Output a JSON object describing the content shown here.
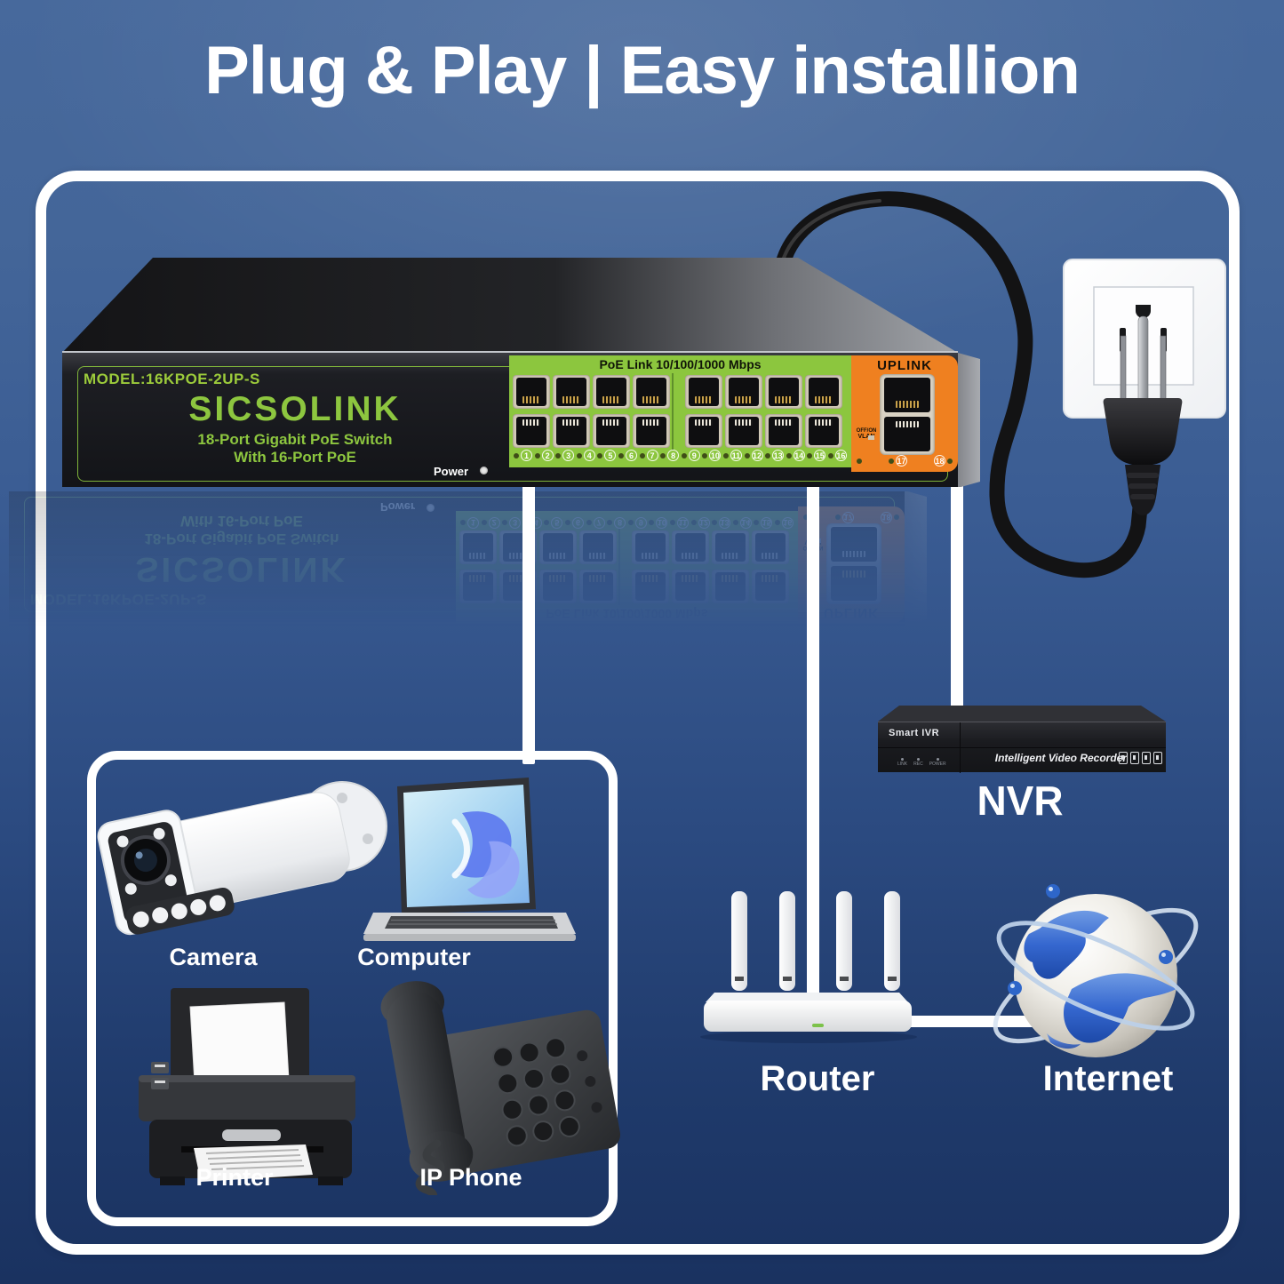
{
  "title": "Plug & Play | Easy installion",
  "colors": {
    "accent_green": "#8dc63f",
    "accent_orange": "#ef8020",
    "connection_line": "#ffffff",
    "background_top": "#47699c",
    "background_bottom": "#1a3260"
  },
  "switch": {
    "model": "MODEL:16KPOE-2UP-S",
    "brand": "SICSOLINK",
    "subtitle_line1": "18-Port Gigabit PoE Switch",
    "subtitle_line2": "With 16-Port PoE",
    "power_label": "Power",
    "poe_header": "PoE Link 10/100/1000 Mbps",
    "uplink_label": "UPLINK",
    "vlan_switch_label": "OFF/ON",
    "vlan_label": "VLAN",
    "poe_port_numbers": [
      1,
      2,
      3,
      4,
      5,
      6,
      7,
      8,
      9,
      10,
      11,
      12,
      13,
      14,
      15,
      16
    ],
    "uplink_port_numbers": [
      17,
      18
    ]
  },
  "nvr": {
    "label": "NVR",
    "badge": "Smart IVR",
    "front_text": "Intelligent Video Recorder",
    "panel_leds": [
      "LINK",
      "REC",
      "POWER"
    ],
    "icon_names": [
      "usb-icon",
      "power-icon",
      "net-icon",
      "hdd-icon"
    ]
  },
  "labels": {
    "camera": "Camera",
    "computer": "Computer",
    "printer": "Printer",
    "ip_phone": "IP Phone",
    "router": "Router",
    "internet": "Internet"
  }
}
